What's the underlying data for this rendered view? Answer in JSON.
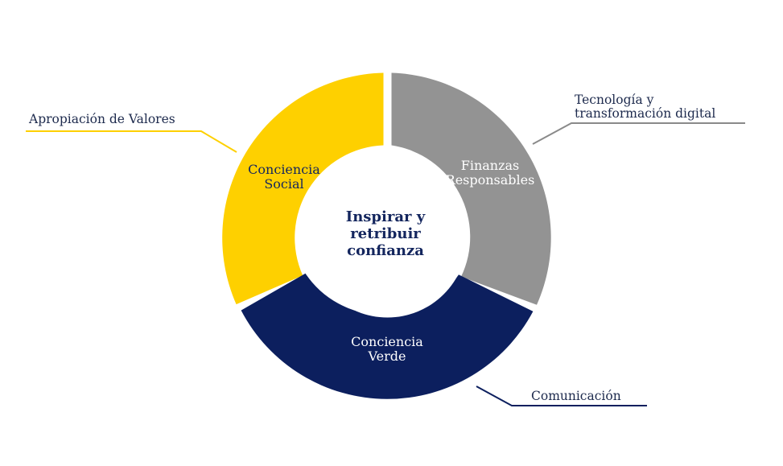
{
  "center": {
    "line1": "Inspirar y",
    "line2": "retribuir",
    "line3": "confianza"
  },
  "segments": [
    {
      "id": "conciencia-social",
      "line1": "Conciencia",
      "line2": "Social",
      "color": "#fed000"
    },
    {
      "id": "finanzas-responsables",
      "line1": "Finanzas",
      "line2": "Responsables",
      "color": "#939393"
    },
    {
      "id": "conciencia-verde",
      "line1": "Conciencia",
      "line2": "Verde",
      "color": "#0c1f5e"
    }
  ],
  "callouts": {
    "valores": {
      "text": "Apropiación de Valores",
      "color": "#fed000"
    },
    "tecnologia": {
      "line1": "Tecnología y",
      "line2": "transformación digital",
      "color": "#8a8a8a"
    },
    "comunicacion": {
      "text": "Comunicación",
      "color": "#0c1f5e"
    }
  }
}
